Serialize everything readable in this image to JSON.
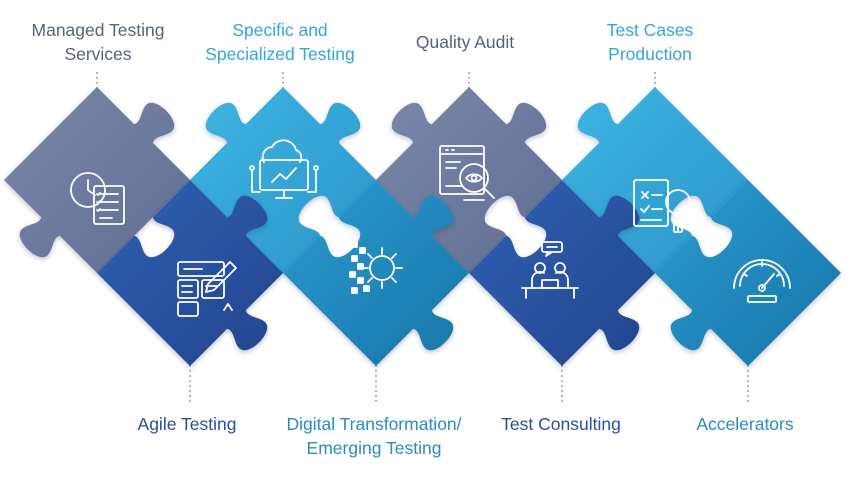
{
  "colors": {
    "slate": "#6C7A9E",
    "navy": "#2B56A6",
    "cyan": "#35A9DA",
    "teal": "#1F8CC0",
    "label_slate": "#56627E",
    "label_cyan": "#34A6D6",
    "label_navy": "#2A4E9A",
    "label_teal": "#2A8CC2",
    "connector": "#7C8FAE"
  },
  "top_labels": [
    {
      "lines": [
        "Managed Testing",
        "Services"
      ],
      "icon": "clock-document-icon"
    },
    {
      "lines": [
        "Specific and",
        "Specialized Testing"
      ],
      "icon": "cloud-monitor-icon"
    },
    {
      "lines": [
        "Quality Audit"
      ],
      "icon": "eye-magnifier-icon"
    },
    {
      "lines": [
        "Test Cases",
        "Production"
      ],
      "icon": "checklist-magnifier-icon"
    }
  ],
  "bottom_labels": [
    {
      "lines": [
        "Agile Testing"
      ],
      "icon": "kanban-pencil-icon"
    },
    {
      "lines": [
        "Digital Transformation/",
        "Emerging Testing"
      ],
      "icon": "pixel-gear-icon"
    },
    {
      "lines": [
        "Test Consulting"
      ],
      "icon": "consultation-icon"
    },
    {
      "lines": [
        "Accelerators"
      ],
      "icon": "speedometer-icon"
    }
  ]
}
